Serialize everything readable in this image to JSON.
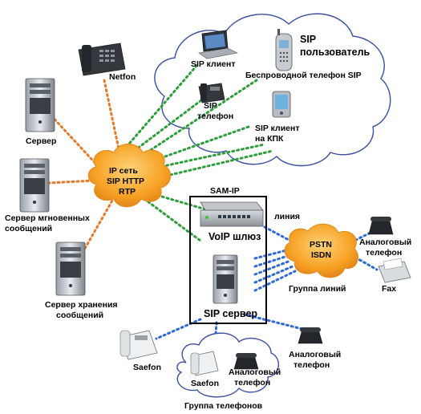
{
  "sip_user_cloud": {
    "title_line1": "SIP",
    "title_line2": "пользователь",
    "sip_client": "SIP клиент",
    "wireless_phone": "Беспроводной телефон SIP",
    "sip_phone_line1": "SIP",
    "sip_phone_line2": "телефон",
    "pda_client_line1": "SIP клиент",
    "pda_client_line2": "на КПК"
  },
  "ip_cloud": {
    "line1": "IP сеть",
    "line2": "SIP HTTP",
    "line3": "RTP"
  },
  "left_devices": {
    "netfon": "Netfon",
    "server": "Сервер",
    "im_server_line1": "Сервер мгновенных",
    "im_server_line2": "сообщений",
    "storage_server_line1": "Сервер хранения",
    "storage_server_line2": "сообщений"
  },
  "sam_box": {
    "title": "SAM-IP",
    "voip_gateway": "VoIP шлюз",
    "sip_server": "SIP сервер",
    "line_label": "линия",
    "line_group": "Группа линий"
  },
  "pstn_cloud": {
    "line1": "PSTN",
    "line2": "ISDN",
    "analog_phone_line1": "Аналоговый",
    "analog_phone_line2": "телефон",
    "fax": "Fax"
  },
  "bottom": {
    "saefon_left": "Saefon",
    "analog_phone_right_line1": "Аналоговый",
    "analog_phone_right_line2": "телефон",
    "group_saefon": "Saefon",
    "group_analog_line1": "Аналоговый",
    "group_analog_line2": "телефон",
    "group_label": "Группа телефонов"
  },
  "colors": {
    "green_link": "#2e9e3a",
    "orange_link": "#e27a2c",
    "blue_link": "#2f6ad6",
    "cloud_fill": "#ffffff",
    "cloud_stroke": "#3a4fa0",
    "ip_cloud_fill": "#f7a224",
    "pstn_cloud_fill": "#f7a224",
    "sam_box_border": "#000000"
  }
}
